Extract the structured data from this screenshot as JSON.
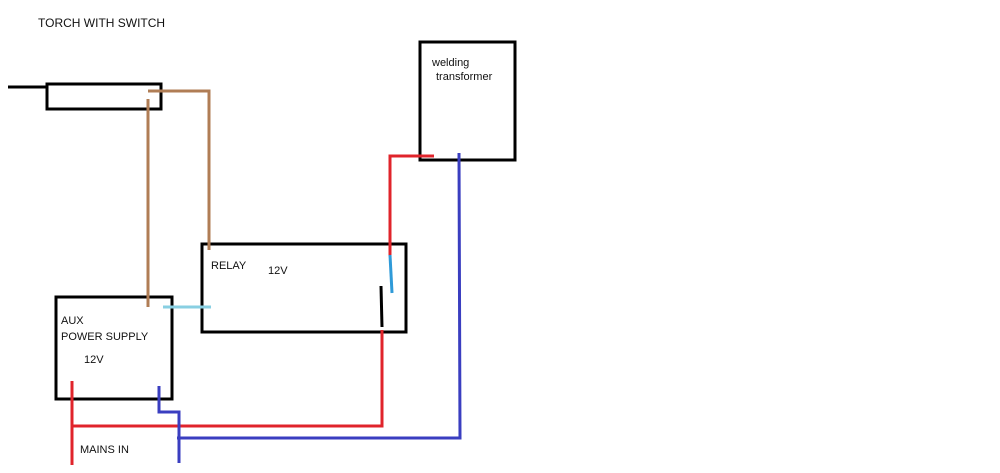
{
  "title": "TORCH WITH SWITCH",
  "torch": {
    "label": ""
  },
  "transformer": {
    "line1": "welding",
    "line2": "transformer"
  },
  "relay": {
    "name": "RELAY",
    "voltage": "12V"
  },
  "aux_supply": {
    "line1": "AUX",
    "line2": "POWER SUPPLY",
    "voltage": "12V"
  },
  "mains": {
    "label": "MAINS IN"
  },
  "wire_colors": {
    "brown": "#b07d55",
    "red": "#e0242b",
    "blue": "#3a3ec0",
    "light_blue": "#88cfe2",
    "cyan_blue": "#2f9ad8",
    "black": "#000000"
  }
}
